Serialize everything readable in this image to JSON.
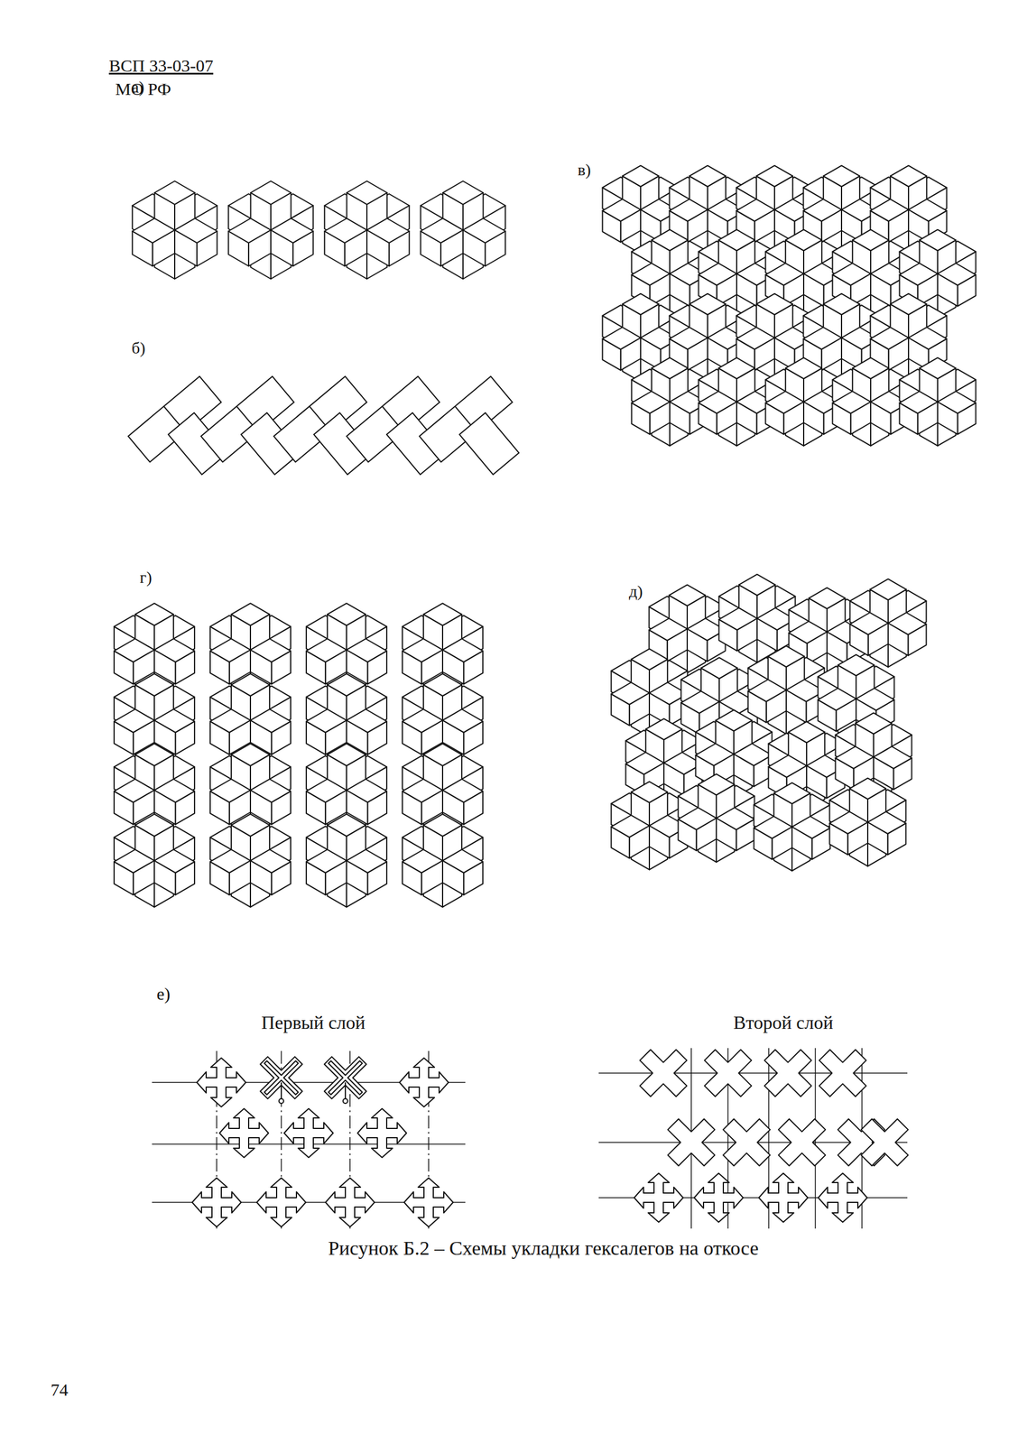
{
  "diagram": {
    "caption": "Рисунок Б.2 – Схемы укладки гексалегов на откосе",
    "labels": [
      "ВСП 33-03-07",
      "МО РФ",
      "а)",
      "в)",
      "б)",
      "г)",
      "д)",
      "е)",
      "Первый слой",
      "Второй слой",
      "74"
    ]
  }
}
